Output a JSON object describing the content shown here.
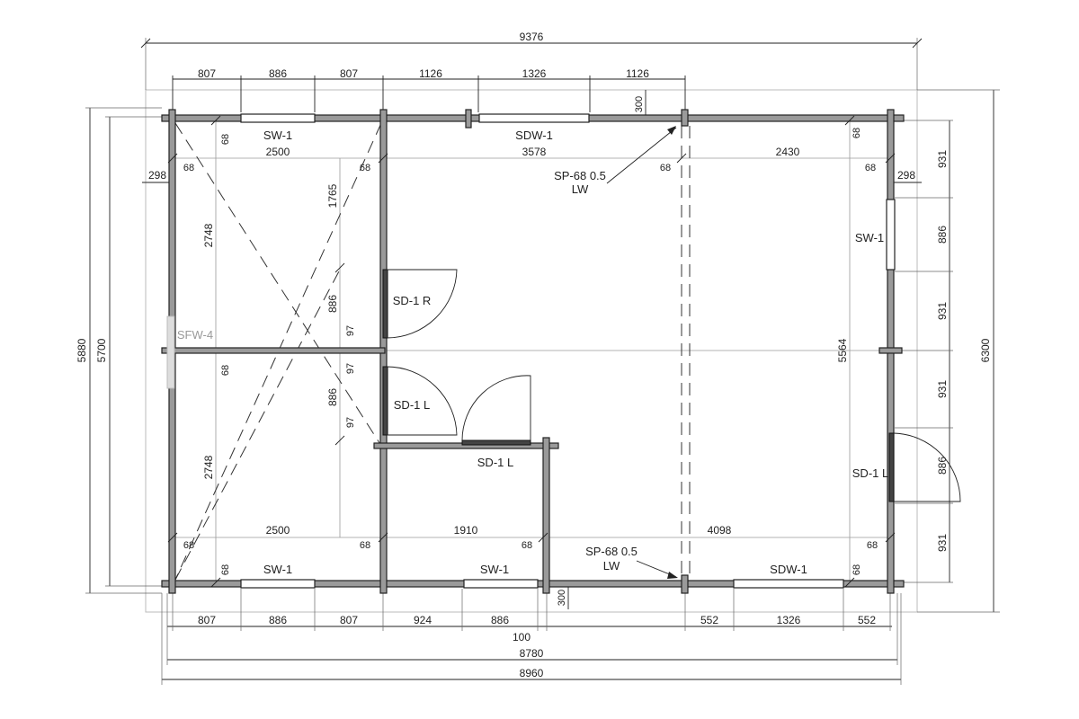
{
  "overall": {
    "width_total": "9376",
    "height_total": "6300",
    "height_5880": "5880",
    "height_5700": "5700",
    "bottom_8780": "8780",
    "bottom_8960": "8960"
  },
  "top_dims": [
    "807",
    "886",
    "807",
    "1126",
    "1326",
    "1126"
  ],
  "top_offset": "300",
  "bottom_dims": [
    "807",
    "886",
    "807",
    "924",
    "886",
    "552",
    "1326",
    "552"
  ],
  "bottom_offset": "300",
  "bottom_100": "100",
  "right_dims": [
    "931",
    "886",
    "931",
    "931",
    "886",
    "931"
  ],
  "right_298": "298",
  "left_298": "298",
  "interior": {
    "top_left": "2500",
    "top_mid": "3578",
    "top_right": "2430",
    "bot_left": "2500",
    "bot_mid": "1910",
    "bot_right": "4098",
    "left_upper": "2748",
    "left_lower": "2748",
    "mid_1765": "1765",
    "mid_886a": "886",
    "mid_886b": "886",
    "d97a": "97",
    "d97b": "97",
    "d97c": "97",
    "right_5564": "5564",
    "t68": "68"
  },
  "labels": {
    "sw1_top": "SW-1",
    "sdw1_top": "SDW-1",
    "sw1_right": "SW-1",
    "sw1_bot_left": "SW-1",
    "sw1_bot_mid": "SW-1",
    "sdw1_bot": "SDW-1",
    "sd1r": "SD-1 R",
    "sd1l_a": "SD-1 L",
    "sd1l_b": "SD-1 L",
    "sd1l_right": "SD-1 L",
    "sfw4": "SFW-4",
    "sp_top_1": "SP-68 0.5",
    "sp_top_2": "LW",
    "sp_bot_1": "SP-68 0.5",
    "sp_bot_2": "LW"
  }
}
